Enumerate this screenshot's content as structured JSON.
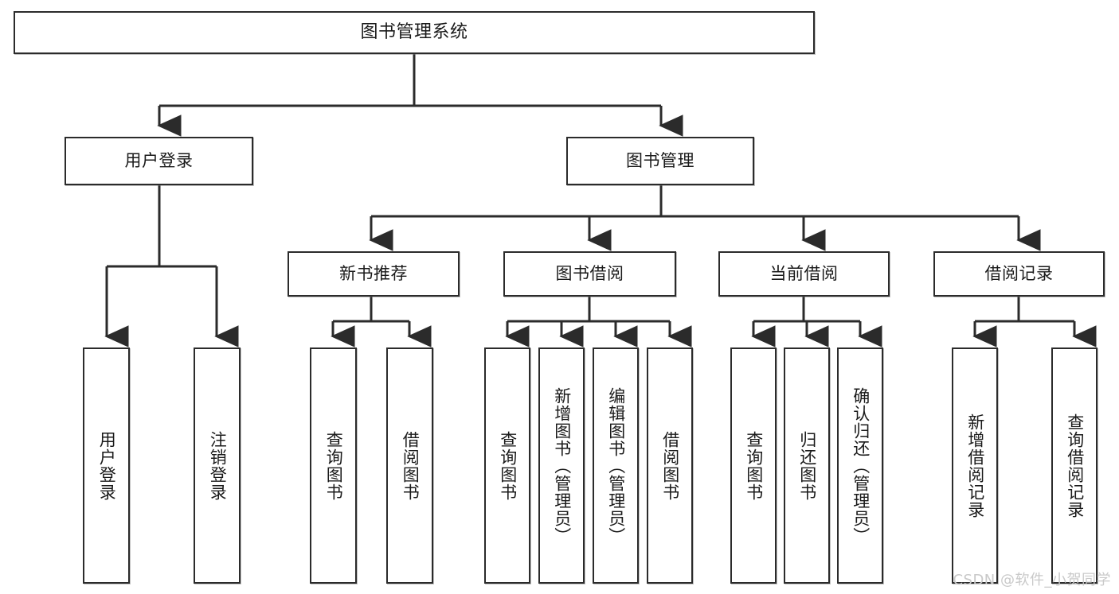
{
  "diagram": {
    "type": "tree-hierarchy-flowchart",
    "title": "图书管理系统",
    "colors": {
      "stroke": "#2b2b2b",
      "fill": "#ffffff",
      "text": "#1a1a1a",
      "watermark": "#c9c9c9",
      "background": "#ffffff"
    },
    "root": {
      "label": "图书管理系统"
    },
    "level2": [
      {
        "label": "用户登录"
      },
      {
        "label": "图书管理"
      }
    ],
    "level3": [
      {
        "label": "新书推荐"
      },
      {
        "label": "图书借阅"
      },
      {
        "label": "当前借阅"
      },
      {
        "label": "借阅记录"
      }
    ],
    "leaves": {
      "user_login": [
        {
          "label": "用户登录"
        },
        {
          "label": "注销登录"
        }
      ],
      "new_book_recommend": [
        {
          "label": "查询图书"
        },
        {
          "label": "借阅图书"
        }
      ],
      "book_borrow": [
        {
          "label": "查询图书"
        },
        {
          "label": "新增图书（管理员）"
        },
        {
          "label": "编辑图书（管理员）"
        },
        {
          "label": "借阅图书"
        }
      ],
      "current_borrow": [
        {
          "label": "查询图书"
        },
        {
          "label": "归还图书"
        },
        {
          "label": "确认归还（管理员）"
        }
      ],
      "borrow_record": [
        {
          "label": "新增借阅记录"
        },
        {
          "label": "查询借阅记录"
        }
      ]
    }
  },
  "watermark": {
    "text": "CSDN @软件_小贺同学"
  }
}
